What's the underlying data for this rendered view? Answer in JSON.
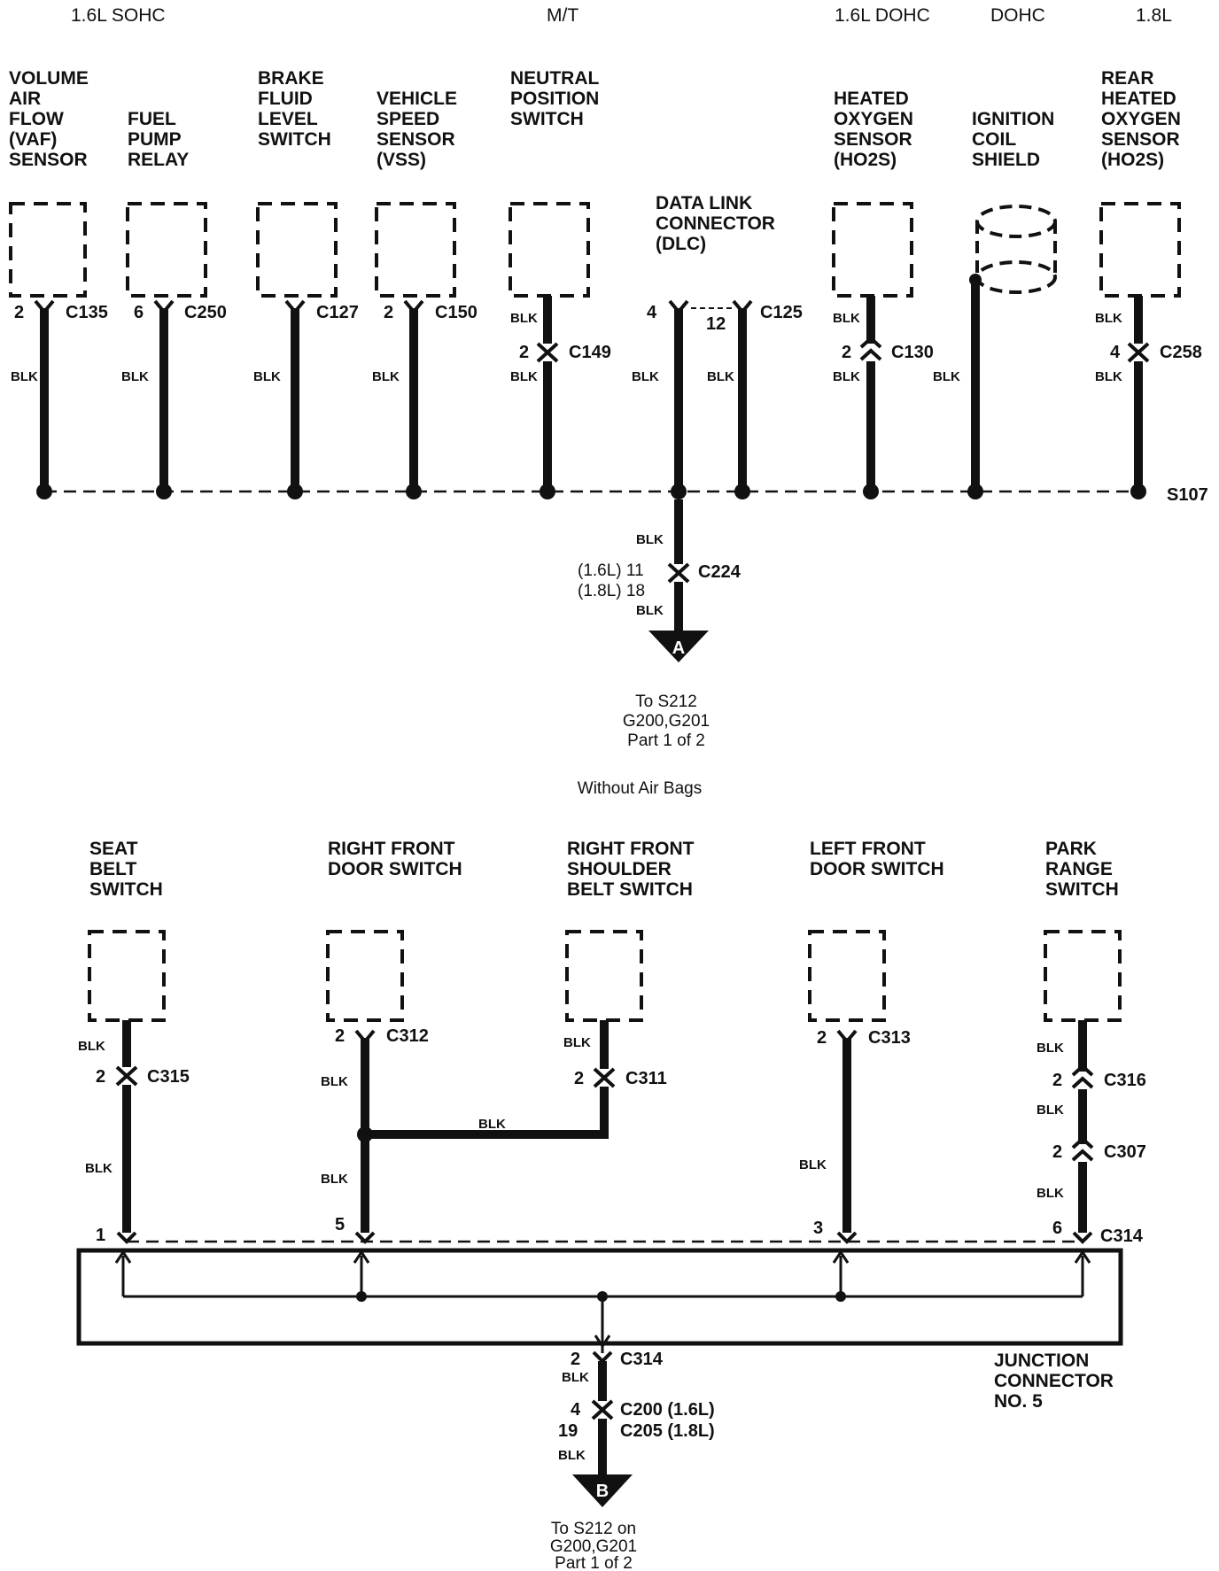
{
  "headers": {
    "h1": "1.6L SOHC",
    "h2": "M/T",
    "h3": "1.6L DOHC",
    "h4": "DOHC",
    "h5": "1.8L"
  },
  "wire_color": "BLK",
  "top_components": [
    {
      "lines": [
        "VOLUME",
        "AIR",
        "FLOW",
        "(VAF)",
        "SENSOR"
      ],
      "pin": "2",
      "connector": "C135"
    },
    {
      "lines": [
        "FUEL",
        "PUMP",
        "RELAY"
      ],
      "pin": "6",
      "connector": "C250"
    },
    {
      "lines": [
        "BRAKE",
        "FLUID",
        "LEVEL",
        "SWITCH"
      ],
      "pin": "",
      "connector": "C127"
    },
    {
      "lines": [
        "VEHICLE",
        "SPEED",
        "SENSOR",
        "(VSS)"
      ],
      "pin": "2",
      "connector": "C150"
    },
    {
      "lines": [
        "NEUTRAL",
        "POSITION",
        "SWITCH"
      ],
      "pin": "2",
      "connector": "C149"
    },
    {
      "lines": [
        "DATA LINK",
        "CONNECTOR",
        "(DLC)"
      ],
      "pin_a": "4",
      "pin_b": "12",
      "connector": "C125"
    },
    {
      "lines": [
        "HEATED",
        "OXYGEN",
        "SENSOR",
        "(HO2S)"
      ],
      "pin": "2",
      "connector": "C130"
    },
    {
      "lines": [
        "IGNITION",
        "COIL",
        "SHIELD"
      ]
    },
    {
      "lines": [
        "REAR",
        "HEATED",
        "OXYGEN",
        "SENSOR",
        "(HO2S)"
      ],
      "pin": "4",
      "connector": "C258"
    }
  ],
  "splice_top": "S107",
  "down_a": {
    "pin1": "(1.6L) 11",
    "pin2": "(1.8L) 18",
    "connector": "C224",
    "marker": "A",
    "dest": [
      "To S212",
      "G200,G201",
      "Part 1 of 2"
    ]
  },
  "section_title": "Without Air Bags",
  "bottom_components": [
    {
      "lines": [
        "SEAT",
        "BELT",
        "SWITCH"
      ],
      "pin": "2",
      "connector": "C315",
      "jc_pin": "1"
    },
    {
      "lines": [
        "RIGHT FRONT",
        "DOOR SWITCH"
      ],
      "pin": "2",
      "connector": "C312",
      "jc_pin": "5"
    },
    {
      "lines": [
        "RIGHT FRONT",
        "SHOULDER",
        "BELT SWITCH"
      ],
      "pin": "2",
      "connector": "C311"
    },
    {
      "lines": [
        "LEFT FRONT",
        "DOOR SWITCH"
      ],
      "pin": "2",
      "connector": "C313",
      "jc_pin": "3"
    },
    {
      "lines": [
        "PARK",
        "RANGE",
        "SWITCH"
      ],
      "pin": "2",
      "connector": "C316",
      "pin2": "2",
      "connector2": "C307",
      "jc_pin": "6"
    }
  ],
  "jc_connector": "C314",
  "junction": [
    "JUNCTION",
    "CONNECTOR",
    "NO. 5"
  ],
  "down_b": {
    "pin1": "2",
    "connector1": "C314",
    "pin2": "4",
    "connector2": "C200 (1.6L)",
    "pin3": "19",
    "connector3": "C205 (1.8L)",
    "marker": "B",
    "dest": [
      "To S212 on",
      "G200,G201",
      "Part 1 of 2"
    ]
  }
}
